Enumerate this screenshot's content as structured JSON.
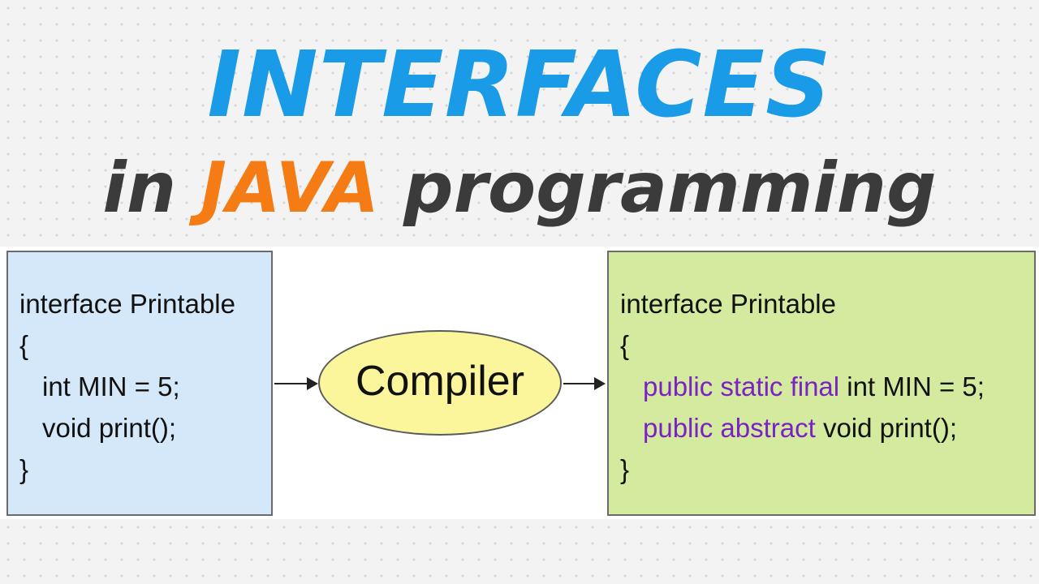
{
  "title": {
    "main": "INTERFACES",
    "sub_in": "in",
    "sub_java": "JAVA",
    "sub_programming": "programming"
  },
  "colors": {
    "title_blue": "#1a9be8",
    "java_orange": "#f57c14",
    "sub_dark": "#3b3b3b",
    "left_box_fill": "#d4e8fa",
    "right_box_fill": "#d4ea9f",
    "compiler_fill": "#fbf59b",
    "keyword_purple": "#7a22c4"
  },
  "source_box": {
    "line1": "interface Printable",
    "line2": "{",
    "line3": "int MIN = 5;",
    "line4": "void print();",
    "line5": "}"
  },
  "compiler": {
    "label": "Compiler"
  },
  "output_box": {
    "line1": "interface Printable",
    "line2": "{",
    "line3_keywords": "public static final",
    "line3_rest": " int MIN = 5;",
    "line4_keywords": "public abstract",
    "line4_rest": " void print();",
    "line5": "}"
  }
}
